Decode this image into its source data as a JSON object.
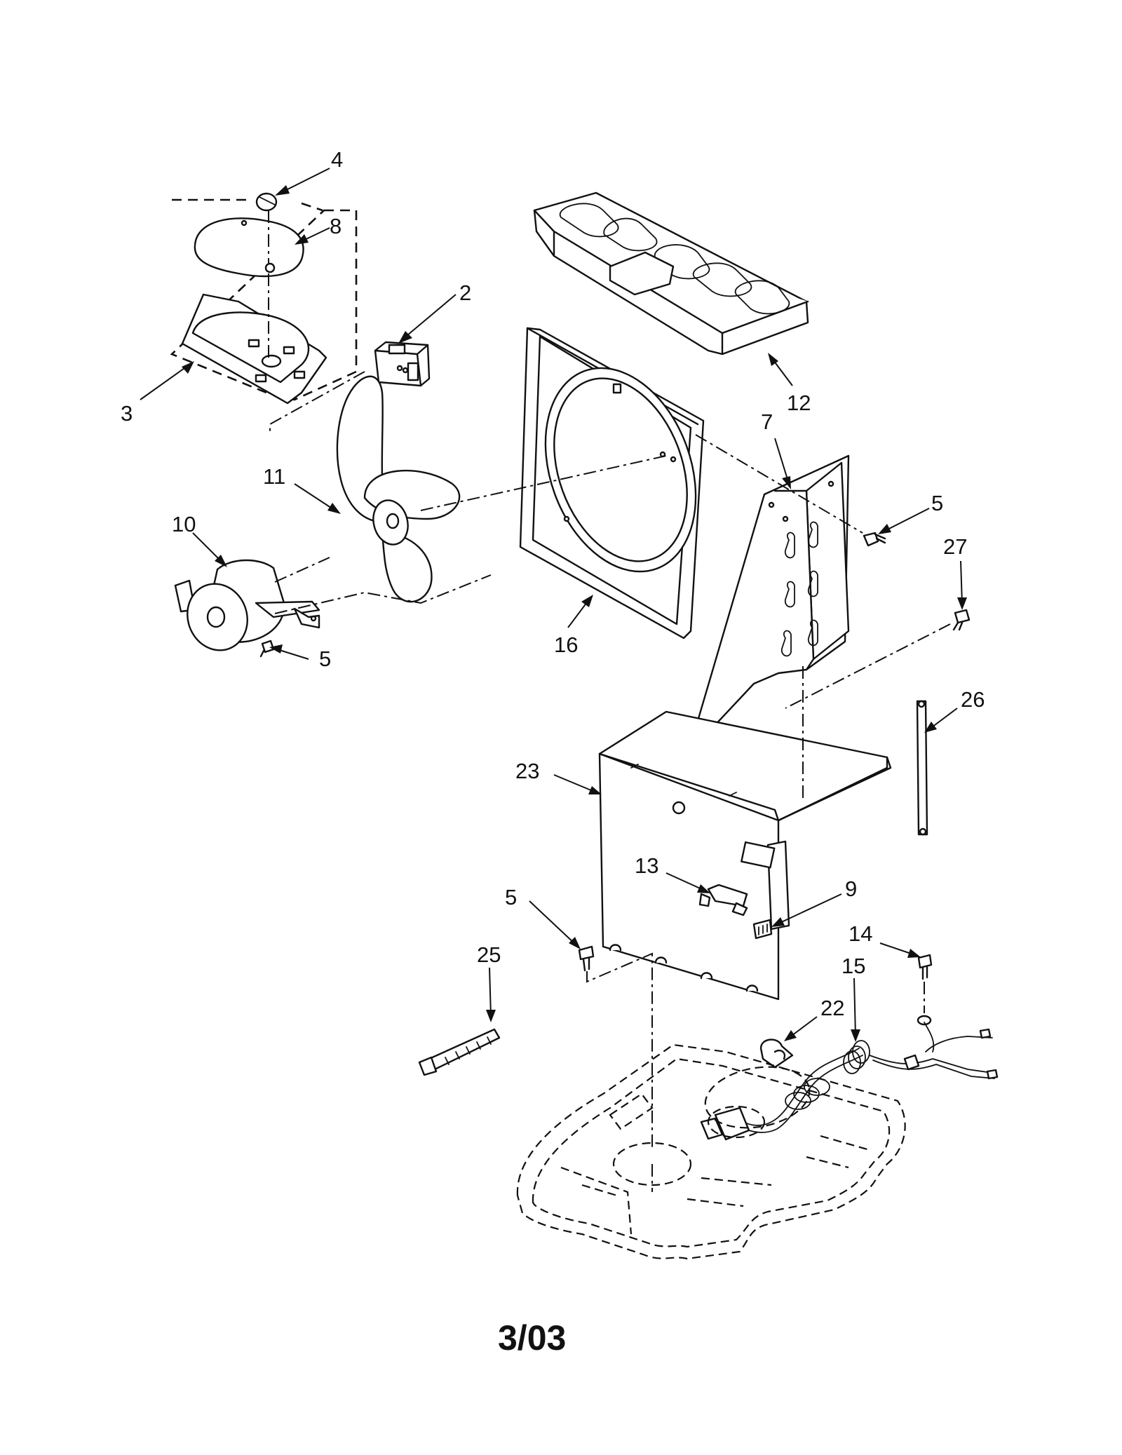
{
  "diagram": {
    "callouts": {
      "c2": "2",
      "c3": "3",
      "c4": "4",
      "c5a": "5",
      "c5b": "5",
      "c5c": "5",
      "c7": "7",
      "c8": "8",
      "c9": "9",
      "c10": "10",
      "c11": "11",
      "c12": "12",
      "c13": "13",
      "c14": "14",
      "c15": "15",
      "c16": "16",
      "c22": "22",
      "c23": "23",
      "c25": "25",
      "c26": "26",
      "c27": "27"
    },
    "footer_code": "3/03"
  }
}
